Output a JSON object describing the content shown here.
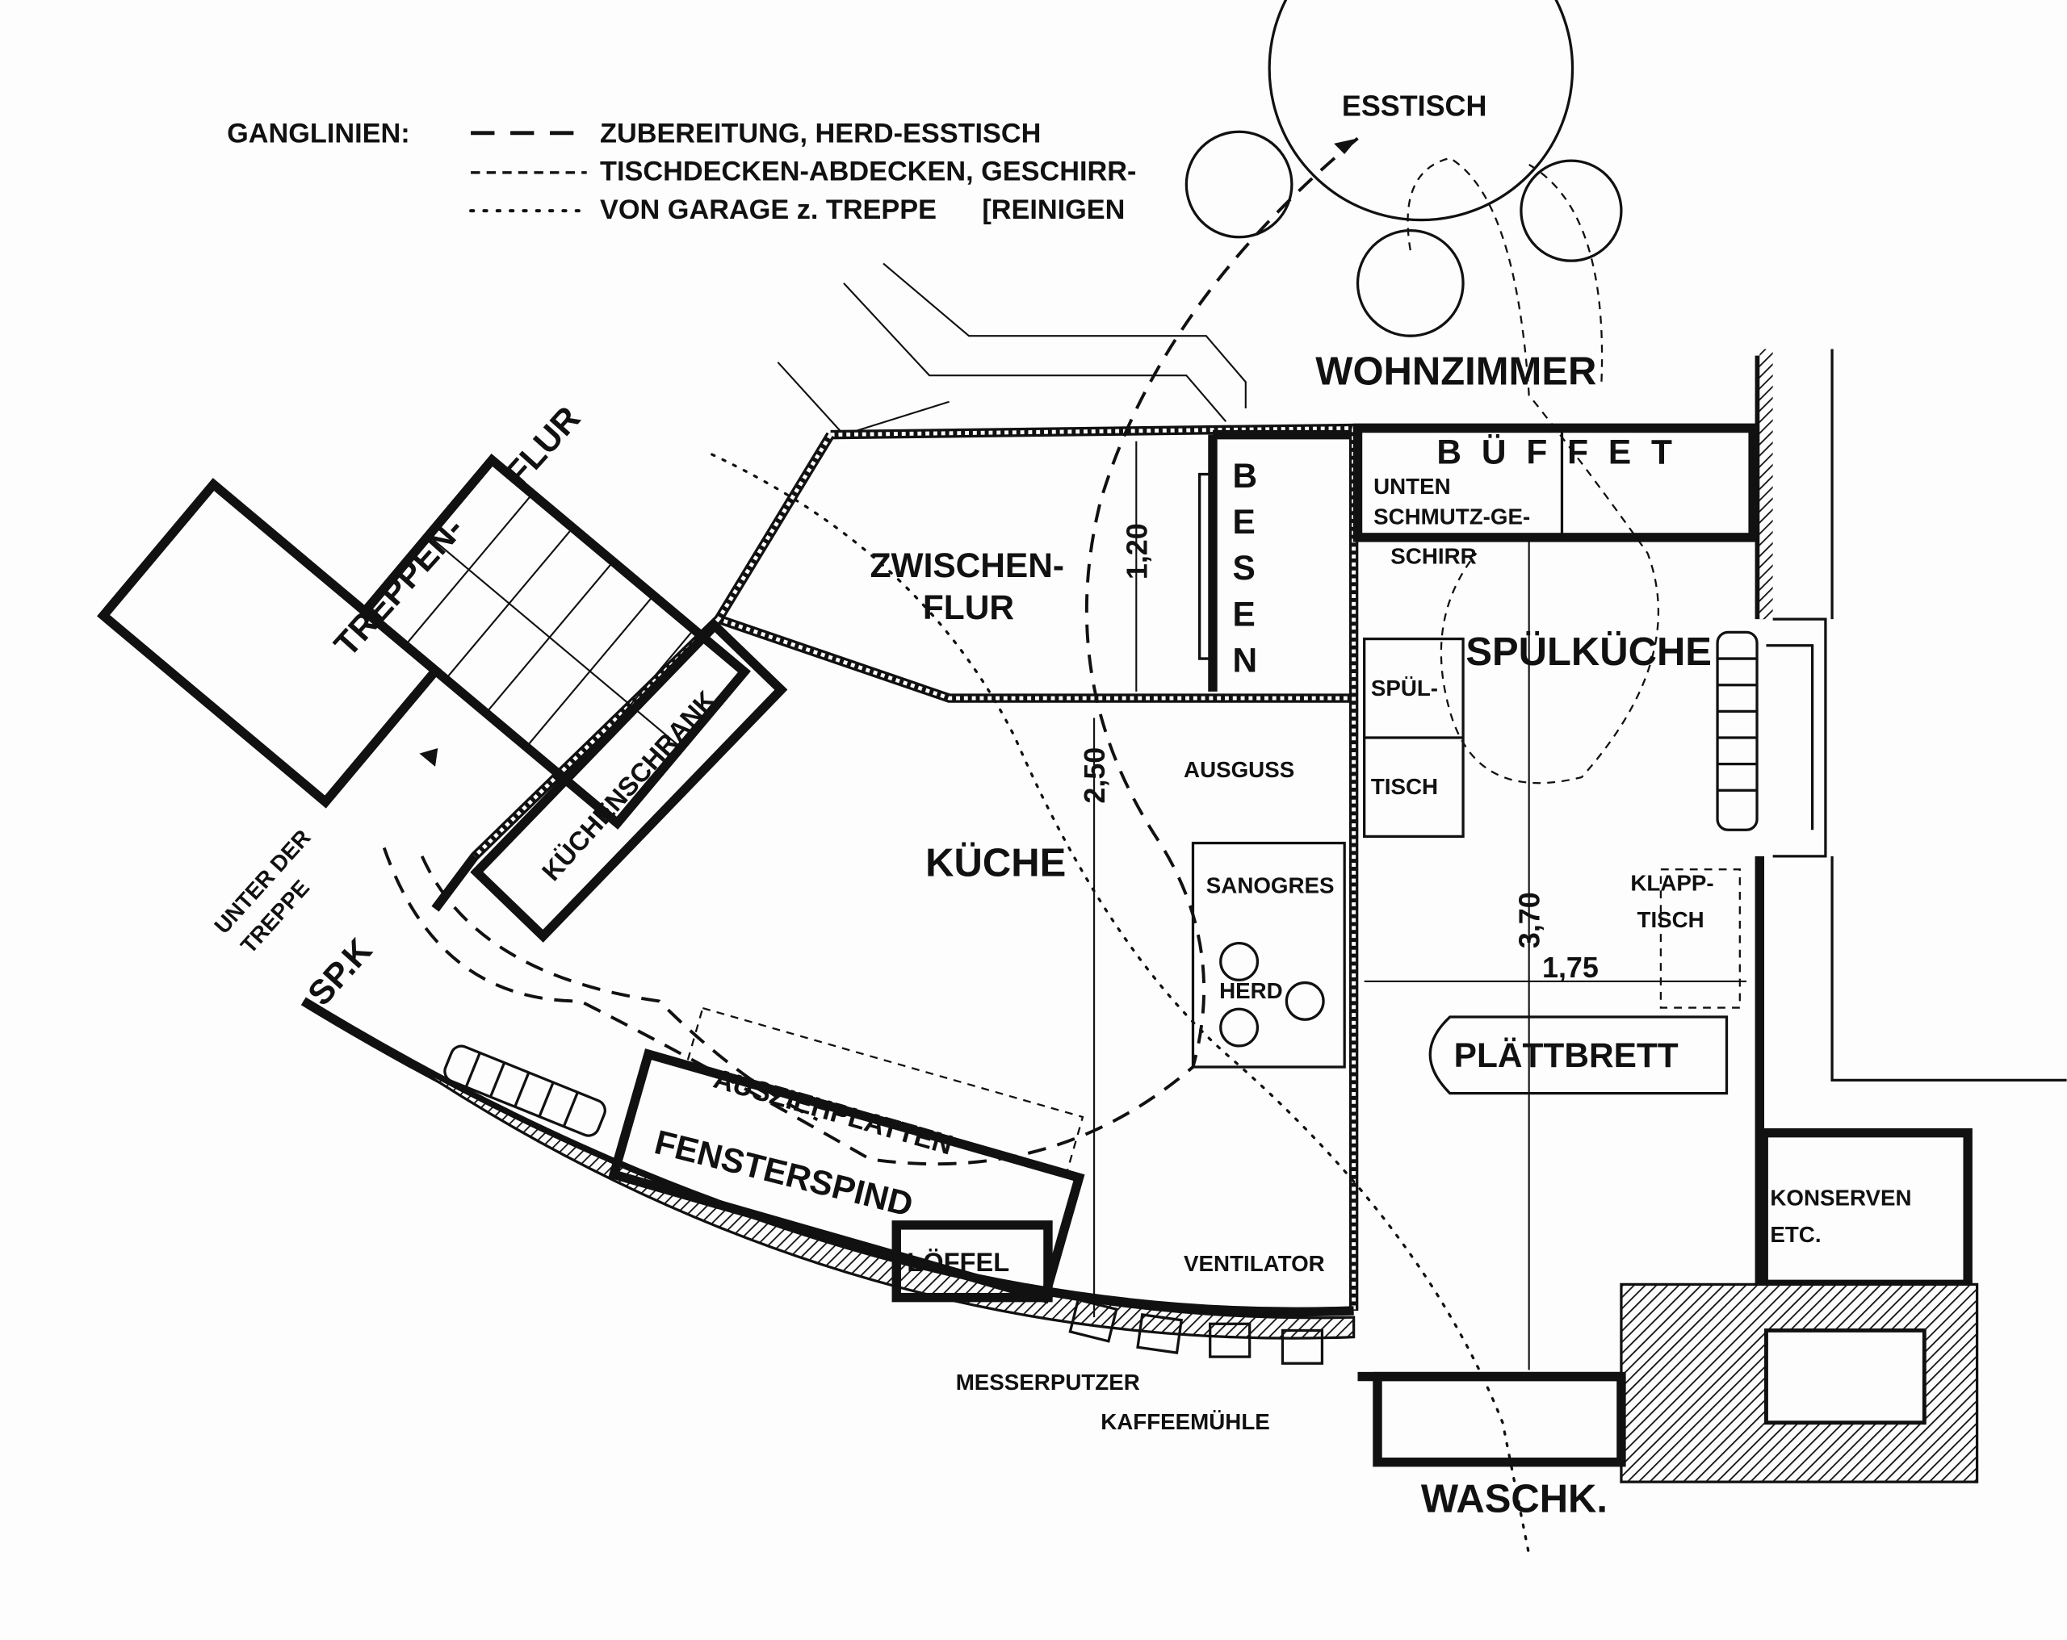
{
  "legend": {
    "title": "GANGLINIEN:",
    "items": [
      {
        "style": "dashed",
        "label": "ZUBEREITUNG, HERD-ESSTISCH"
      },
      {
        "style": "fine-dashed",
        "label": "TISCHDECKEN-ABDECKEN, GESCHIRR-"
      },
      {
        "style": "dotted",
        "label": "VON GARAGE z. TREPPE"
      }
    ],
    "continuation": "[REINIGEN"
  },
  "rooms": {
    "esstisch": "ESSTISCH",
    "wohnzimmer": "WOHNZIMMER",
    "treppen": "TREPPEN-",
    "flur": "FLUR",
    "zwischen": "ZWISCHEN-",
    "zwischen_flur": "FLUR",
    "kueche": "KÜCHE",
    "spuelkueche": "SPÜLKÜCHE",
    "waschk": "WASCHK."
  },
  "fixtures": {
    "besen": [
      "B",
      "E",
      "S",
      "E",
      "N"
    ],
    "bueffet": "B Ü F F E T",
    "unten": "UNTEN",
    "schmutz": "SCHMUTZ-GE-",
    "schirr": "SCHIRR",
    "spuel": "SPÜL-",
    "tisch": "TISCH",
    "ausguss": "AUSGUSS",
    "sanogres": "SANOGRES",
    "herd": "HERD",
    "klapp": "KLAPP-",
    "klapptisch": "TISCH",
    "plaettbrett": "PLÄTTBRETT",
    "kuechenschrank": "KÜCHENSCHRANK",
    "unter_der": "UNTER DER",
    "treppe": "TREPPE",
    "spk": "SP.K",
    "ausziehplatten": "AUSZIEHPLATTEN",
    "fensterspind": "FENSTERSPIND",
    "loeffel": "LÖFFEL",
    "ventilator": "VENTILATOR",
    "messerputzer": "MESSERPUTZER",
    "kaffeemuehle": "KAFFEEMÜHLE",
    "konserven": "KONSERVEN",
    "etc": "ETC."
  },
  "dimensions": {
    "d120": "1,20",
    "d250": "2,50",
    "d370": "3,70",
    "d175": "1,75"
  }
}
